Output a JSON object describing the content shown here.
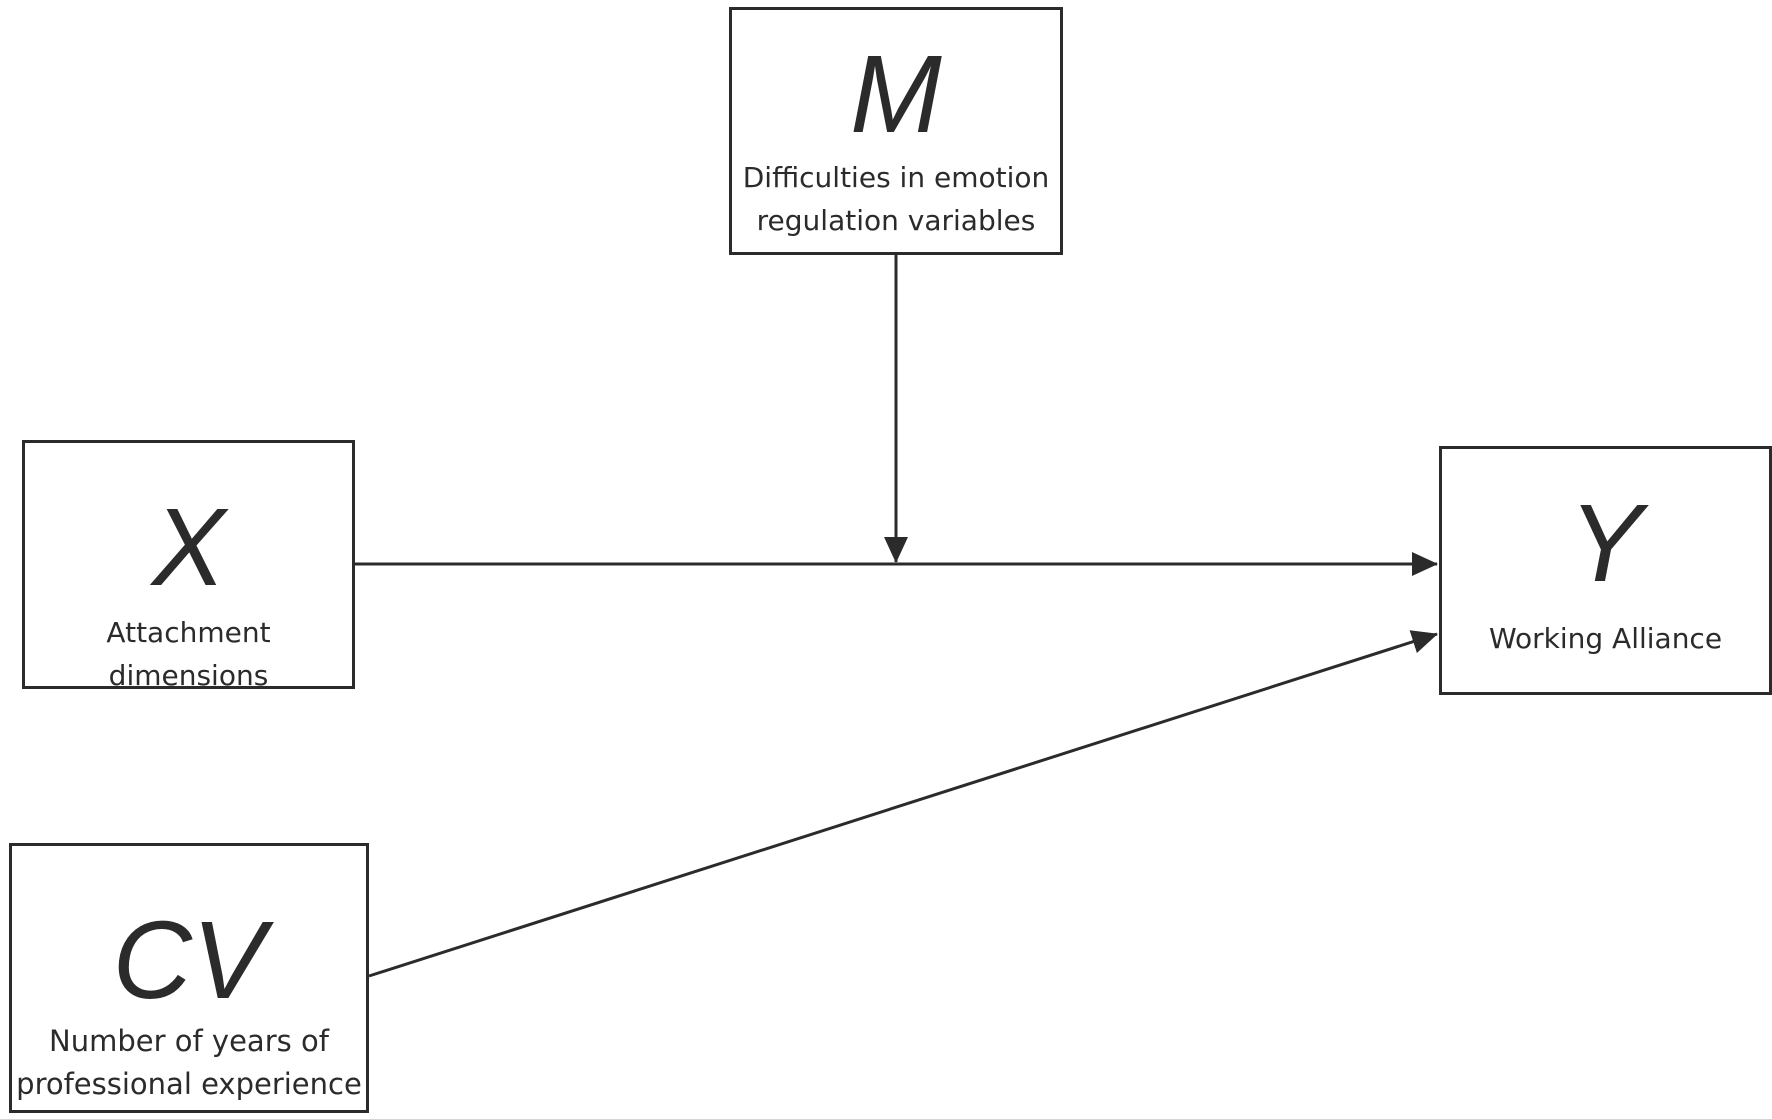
{
  "nodes": {
    "m": {
      "symbol": "M",
      "label": "Difficulties in emotion\nregulation variables"
    },
    "x": {
      "symbol": "X",
      "label": "Attachment\ndimensions"
    },
    "y": {
      "symbol": "Y",
      "label": "Working Alliance"
    },
    "cv": {
      "symbol": "CV",
      "label": "Number of years of\nprofessional experience"
    }
  },
  "edges": [
    {
      "from": "x",
      "to": "y",
      "type": "direct-path"
    },
    {
      "from": "m",
      "to": "x-y-path",
      "type": "moderation"
    },
    {
      "from": "cv",
      "to": "y",
      "type": "covariate-path"
    }
  ],
  "colors": {
    "stroke": "#2b2b2b",
    "text": "#2b2b2b",
    "background": "#ffffff"
  }
}
